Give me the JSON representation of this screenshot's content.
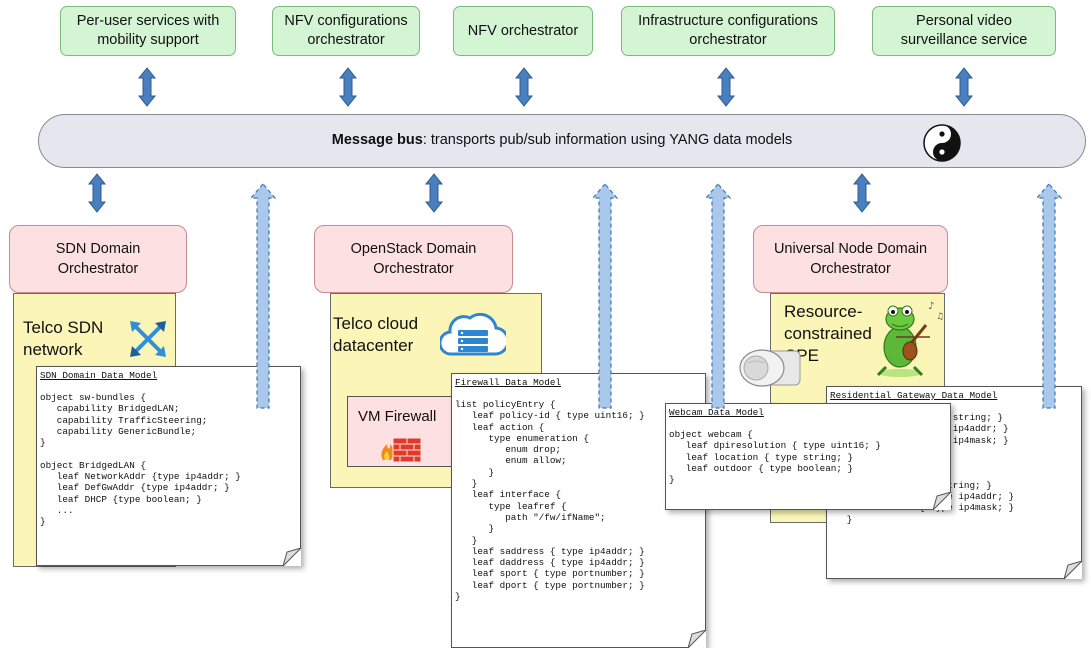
{
  "services": [
    "Per-user services with\nmobility support",
    "NFV configurations\norchestrator",
    "NFV orchestrator",
    "Infrastructure configurations\norchestrator",
    "Personal video\nsurveillance service"
  ],
  "message_bus": {
    "bold": "Message bus",
    "text": ": transports pub/sub information using YANG data models"
  },
  "domains": {
    "sdn": {
      "orchestrator": "SDN Domain\nOrchestrator",
      "label": "Telco SDN\nnetwork"
    },
    "openstack": {
      "orchestrator": "OpenStack Domain\nOrchestrator",
      "label": "Telco cloud\ndatacenter",
      "vm": "VM Firewall"
    },
    "universal": {
      "orchestrator": "Universal Node Domain\nOrchestrator",
      "label": "Resource-\nconstrained\nCPE"
    }
  },
  "models": {
    "sdn": {
      "title": "SDN Domain Data Model",
      "code": "object sw-bundles {\n   capability BridgedLAN;\n   capability TrafficSteering;\n   capability GenericBundle;\n}\n\nobject BridgedLAN {\n   leaf NetworkAddr {type ip4addr; }\n   leaf DefGwAddr {type ip4addr; }\n   leaf DHCP {type boolean; }\n   ...\n}"
    },
    "firewall": {
      "title": "Firewall Data Model",
      "code": "list policyEntry {\n   leaf policy-id { type uint16; }\n   leaf action {\n      type enumeration {\n         enum drop;\n         enum allow;\n      }\n   }\n   leaf interface {\n      type leafref {\n         path \"/fw/ifName\";\n      }\n   }\n   leaf saddress { type ip4addr; }\n   leaf daddress { type ip4addr; }\n   leaf sport { type portnumber; }\n   leaf dport { type portnumber; }\n}"
    },
    "webcam": {
      "title": "Webcam Data Model",
      "code": "object webcam {\n   leaf dpiresolution { type uint16; }\n   leaf location { type string; }\n   leaf outdoor { type boolean; }\n}"
    },
    "gateway": {
      "title": "Residential Gateway Data Model",
      "code": "                 type string; }\n                 type ip4addr; }\n                 type ip4mask; }\n\n\n\n   leaf SSID { type string; }\n   leaf address { type ip4addr; }\n   leaf netmask { type ip4mask; }\n   }"
    }
  },
  "colors": {
    "service_fill": "#d4f5d4",
    "orchestrator_fill": "#fde0e2",
    "domain_fill": "#fbf6b8",
    "bus_fill": "#e6e6ef",
    "arrow_fill": "#4a7fbf"
  },
  "icons": [
    "yin-yang-icon",
    "crossed-arrows-icon",
    "cloud-server-icon",
    "brick-wall-fire-icon",
    "motion-sensor-icon",
    "frog-violin-icon"
  ]
}
